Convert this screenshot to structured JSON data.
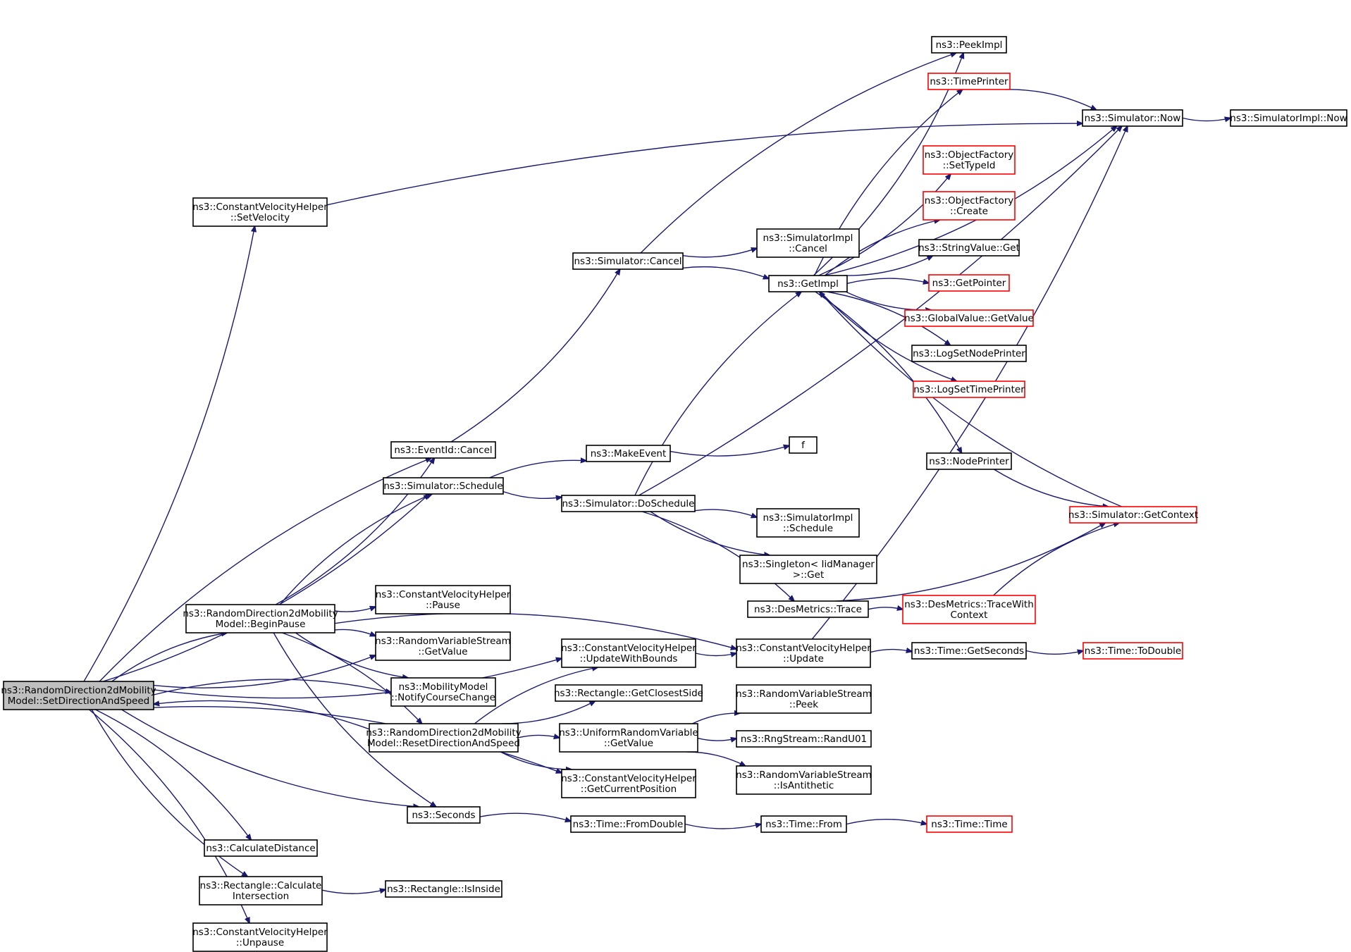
{
  "colors": {
    "edge": "#191970",
    "border_normal": "#000000",
    "border_truncated": "#ff0000",
    "root_fill": "#bfbfbf",
    "node_fill": "#ffffff"
  },
  "nodes": [
    {
      "id": "root",
      "lines": [
        "ns3::RandomDirection2dMobility",
        "Model::SetDirectionAndSpeed"
      ],
      "style": "root"
    },
    {
      "id": "cvh_setvel",
      "lines": [
        "ns3::ConstantVelocityHelper",
        "::SetVelocity"
      ],
      "style": "normal"
    },
    {
      "id": "eventid_cancel",
      "lines": [
        "ns3::EventId::Cancel"
      ],
      "style": "normal"
    },
    {
      "id": "sim_schedule",
      "lines": [
        "ns3::Simulator::Schedule"
      ],
      "style": "normal"
    },
    {
      "id": "begin_pause",
      "lines": [
        "ns3::RandomDirection2dMobility",
        "Model::BeginPause"
      ],
      "style": "normal"
    },
    {
      "id": "cvh_pause",
      "lines": [
        "ns3::ConstantVelocityHelper",
        "::Pause"
      ],
      "style": "normal"
    },
    {
      "id": "rvs_getvalue",
      "lines": [
        "ns3::RandomVariableStream",
        "::GetValue"
      ],
      "style": "normal"
    },
    {
      "id": "mm_notify",
      "lines": [
        "ns3::MobilityModel",
        "::NotifyCourseChange"
      ],
      "style": "normal"
    },
    {
      "id": "reset_dir",
      "lines": [
        "ns3::RandomDirection2dMobility",
        "Model::ResetDirectionAndSpeed"
      ],
      "style": "normal"
    },
    {
      "id": "seconds",
      "lines": [
        "ns3::Seconds"
      ],
      "style": "normal"
    },
    {
      "id": "calc_dist",
      "lines": [
        "ns3::CalculateDistance"
      ],
      "style": "normal"
    },
    {
      "id": "rect_calcint",
      "lines": [
        "ns3::Rectangle::Calculate",
        "Intersection"
      ],
      "style": "normal"
    },
    {
      "id": "cvh_unpause",
      "lines": [
        "ns3::ConstantVelocityHelper",
        "::Unpause"
      ],
      "style": "normal"
    },
    {
      "id": "rect_isinside",
      "lines": [
        "ns3::Rectangle::IsInside"
      ],
      "style": "normal"
    },
    {
      "id": "sim_cancel",
      "lines": [
        "ns3::Simulator::Cancel"
      ],
      "style": "normal"
    },
    {
      "id": "make_event",
      "lines": [
        "ns3::MakeEvent"
      ],
      "style": "normal"
    },
    {
      "id": "sim_doschedule",
      "lines": [
        "ns3::Simulator::DoSchedule"
      ],
      "style": "normal"
    },
    {
      "id": "cvh_updbounds",
      "lines": [
        "ns3::ConstantVelocityHelper",
        "::UpdateWithBounds"
      ],
      "style": "normal"
    },
    {
      "id": "rect_closest",
      "lines": [
        "ns3::Rectangle::GetClosestSide"
      ],
      "style": "normal"
    },
    {
      "id": "urv_getvalue",
      "lines": [
        "ns3::UniformRandomVariable",
        "::GetValue"
      ],
      "style": "normal"
    },
    {
      "id": "cvh_getpos",
      "lines": [
        "ns3::ConstantVelocityHelper",
        "::GetCurrentPosition"
      ],
      "style": "normal"
    },
    {
      "id": "time_fromdouble",
      "lines": [
        "ns3::Time::FromDouble"
      ],
      "style": "normal"
    },
    {
      "id": "simimpl_cancel",
      "lines": [
        "ns3::SimulatorImpl",
        "::Cancel"
      ],
      "style": "normal"
    },
    {
      "id": "getimpl",
      "lines": [
        "ns3::GetImpl"
      ],
      "style": "normal"
    },
    {
      "id": "f",
      "lines": [
        "f"
      ],
      "style": "normal"
    },
    {
      "id": "simimpl_schedule",
      "lines": [
        "ns3::SimulatorImpl",
        "::Schedule"
      ],
      "style": "normal"
    },
    {
      "id": "singleton_get",
      "lines": [
        "ns3::Singleton< IidManager",
        " >::Get"
      ],
      "style": "normal"
    },
    {
      "id": "desm_trace",
      "lines": [
        "ns3::DesMetrics::Trace"
      ],
      "style": "normal"
    },
    {
      "id": "cvh_update",
      "lines": [
        "ns3::ConstantVelocityHelper",
        "::Update"
      ],
      "style": "normal"
    },
    {
      "id": "rvs_peek",
      "lines": [
        "ns3::RandomVariableStream",
        "::Peek"
      ],
      "style": "normal"
    },
    {
      "id": "rng_randu01",
      "lines": [
        "ns3::RngStream::RandU01"
      ],
      "style": "normal"
    },
    {
      "id": "rvs_isanti",
      "lines": [
        "ns3::RandomVariableStream",
        "::IsAntithetic"
      ],
      "style": "normal"
    },
    {
      "id": "time_from",
      "lines": [
        "ns3::Time::From"
      ],
      "style": "normal"
    },
    {
      "id": "peekimpl",
      "lines": [
        "ns3::PeekImpl"
      ],
      "style": "normal"
    },
    {
      "id": "timeprinter",
      "lines": [
        "ns3::TimePrinter"
      ],
      "style": "truncated"
    },
    {
      "id": "of_settypeid",
      "lines": [
        "ns3::ObjectFactory",
        "::SetTypeId"
      ],
      "style": "truncated"
    },
    {
      "id": "of_create",
      "lines": [
        "ns3::ObjectFactory",
        "::Create"
      ],
      "style": "truncated"
    },
    {
      "id": "stringvalue_get",
      "lines": [
        "ns3::StringValue::Get"
      ],
      "style": "normal"
    },
    {
      "id": "getpointer",
      "lines": [
        "ns3::GetPointer"
      ],
      "style": "truncated"
    },
    {
      "id": "gv_getvalue",
      "lines": [
        "ns3::GlobalValue::GetValue"
      ],
      "style": "truncated"
    },
    {
      "id": "logsetnodeprinter",
      "lines": [
        "ns3::LogSetNodePrinter"
      ],
      "style": "normal"
    },
    {
      "id": "logsettimeprinter",
      "lines": [
        "ns3::LogSetTimePrinter"
      ],
      "style": "truncated"
    },
    {
      "id": "nodeprinter",
      "lines": [
        "ns3::NodePrinter"
      ],
      "style": "normal"
    },
    {
      "id": "desm_tracewith",
      "lines": [
        "ns3::DesMetrics::TraceWith",
        "Context"
      ],
      "style": "truncated"
    },
    {
      "id": "time_getseconds",
      "lines": [
        "ns3::Time::GetSeconds"
      ],
      "style": "normal"
    },
    {
      "id": "time_time",
      "lines": [
        "ns3::Time::Time"
      ],
      "style": "truncated"
    },
    {
      "id": "sim_now",
      "lines": [
        "ns3::Simulator::Now"
      ],
      "style": "normal"
    },
    {
      "id": "sim_getcontext",
      "lines": [
        "ns3::Simulator::GetContext"
      ],
      "style": "truncated"
    },
    {
      "id": "time_todouble",
      "lines": [
        "ns3::Time::ToDouble"
      ],
      "style": "truncated"
    },
    {
      "id": "simimpl_now",
      "lines": [
        "ns3::SimulatorImpl::Now"
      ],
      "style": "normal"
    }
  ],
  "edges": [
    [
      "root",
      "cvh_setvel"
    ],
    [
      "root",
      "eventid_cancel"
    ],
    [
      "root",
      "sim_schedule"
    ],
    [
      "root",
      "begin_pause"
    ],
    [
      "root",
      "rvs_getvalue"
    ],
    [
      "root",
      "mm_notify"
    ],
    [
      "root",
      "cvh_updbounds"
    ],
    [
      "root",
      "cvh_getpos"
    ],
    [
      "root",
      "seconds"
    ],
    [
      "root",
      "calc_dist"
    ],
    [
      "root",
      "rect_calcint"
    ],
    [
      "root",
      "cvh_unpause"
    ],
    [
      "begin_pause",
      "eventid_cancel"
    ],
    [
      "begin_pause",
      "sim_schedule"
    ],
    [
      "begin_pause",
      "cvh_pause"
    ],
    [
      "begin_pause",
      "rvs_getvalue"
    ],
    [
      "begin_pause",
      "mm_notify"
    ],
    [
      "begin_pause",
      "reset_dir"
    ],
    [
      "begin_pause",
      "seconds"
    ],
    [
      "begin_pause",
      "cvh_update"
    ],
    [
      "reset_dir",
      "root"
    ],
    [
      "reset_dir",
      "cvh_updbounds"
    ],
    [
      "reset_dir",
      "rect_closest"
    ],
    [
      "reset_dir",
      "urv_getvalue"
    ],
    [
      "reset_dir",
      "cvh_getpos"
    ],
    [
      "cvh_setvel",
      "sim_now"
    ],
    [
      "eventid_cancel",
      "sim_cancel"
    ],
    [
      "sim_schedule",
      "make_event"
    ],
    [
      "sim_schedule",
      "sim_doschedule"
    ],
    [
      "seconds",
      "time_fromdouble"
    ],
    [
      "rect_calcint",
      "rect_isinside"
    ],
    [
      "sim_cancel",
      "peekimpl"
    ],
    [
      "sim_cancel",
      "simimpl_cancel"
    ],
    [
      "sim_cancel",
      "getimpl"
    ],
    [
      "make_event",
      "f"
    ],
    [
      "sim_doschedule",
      "getimpl"
    ],
    [
      "sim_doschedule",
      "sim_now"
    ],
    [
      "sim_doschedule",
      "simimpl_schedule"
    ],
    [
      "sim_doschedule",
      "singleton_get"
    ],
    [
      "sim_doschedule",
      "desm_trace"
    ],
    [
      "cvh_updbounds",
      "cvh_update"
    ],
    [
      "urv_getvalue",
      "rvs_peek"
    ],
    [
      "urv_getvalue",
      "rng_randu01"
    ],
    [
      "urv_getvalue",
      "rvs_isanti"
    ],
    [
      "time_fromdouble",
      "time_from"
    ],
    [
      "time_from",
      "time_time"
    ],
    [
      "getimpl",
      "peekimpl"
    ],
    [
      "getimpl",
      "timeprinter"
    ],
    [
      "getimpl",
      "of_settypeid"
    ],
    [
      "getimpl",
      "of_create"
    ],
    [
      "getimpl",
      "stringvalue_get"
    ],
    [
      "getimpl",
      "getpointer"
    ],
    [
      "getimpl",
      "gv_getvalue"
    ],
    [
      "getimpl",
      "logsetnodeprinter"
    ],
    [
      "getimpl",
      "logsettimeprinter"
    ],
    [
      "getimpl",
      "nodeprinter"
    ],
    [
      "getimpl",
      "sim_now"
    ],
    [
      "desm_trace",
      "desm_tracewith"
    ],
    [
      "desm_trace",
      "sim_getcontext"
    ],
    [
      "desm_tracewith",
      "sim_getcontext"
    ],
    [
      "cvh_update",
      "sim_now"
    ],
    [
      "cvh_update",
      "time_getseconds"
    ],
    [
      "time_getseconds",
      "time_todouble"
    ],
    [
      "timeprinter",
      "sim_now"
    ],
    [
      "nodeprinter",
      "sim_getcontext"
    ],
    [
      "sim_getcontext",
      "getimpl"
    ],
    [
      "sim_now",
      "simimpl_now"
    ]
  ]
}
